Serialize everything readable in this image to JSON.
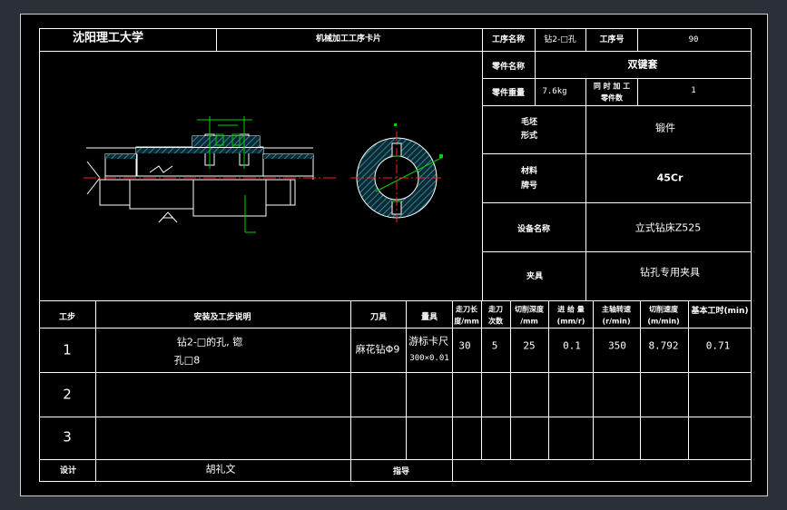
{
  "header": {
    "university": "沈阳理工大学",
    "card_title": "机械加工工序卡片",
    "process_name_label": "工序名称",
    "process_name_value": "钻2-□孔",
    "process_no_label": "工序号",
    "process_no_value": "90"
  },
  "part": {
    "name_label": "零件名称",
    "name_value": "双键套",
    "weight_label": "零件重量",
    "weight_value": "7.6kg",
    "simul_label_1": "同 时 加 工",
    "simul_label_2": "零件数",
    "simul_value": "1"
  },
  "blank": {
    "label_1": "毛坯",
    "label_2": "形式",
    "value": "锻件"
  },
  "material": {
    "label_1": "材料",
    "label_2": "牌号",
    "value": "45Cr"
  },
  "equipment": {
    "label": "设备名称",
    "value": "立式钻床Z525"
  },
  "fixture": {
    "label": "夹具",
    "value": "钻孔专用夹具"
  },
  "table": {
    "headers": {
      "step": "工步",
      "desc": "安装及工步说明",
      "tool": "刀具",
      "gauge": "量具",
      "feed_len_1": "走刀长",
      "feed_len_2": "度/mm",
      "passes_1": "走刀",
      "passes_2": "次数",
      "depth_1": "切削深度",
      "depth_2": "/mm",
      "feed_1": "进 给 量",
      "feed_2": "(mm/r)",
      "speed_1": "主轴转速",
      "speed_2": "(r/min)",
      "vel_1": "切削速度",
      "vel_2": "(m/min)",
      "time": "基本工时(min)"
    },
    "rows": [
      {
        "step": "1",
        "desc_1": "钻2-□的孔, 锪",
        "desc_2": "孔□8",
        "tool": "麻花钻Φ9",
        "gauge_1": "游标卡尺",
        "gauge_2": "300×0.01",
        "feed_len": "30",
        "passes": "5",
        "depth": "25",
        "feed": "0.1",
        "speed": "350",
        "vel": "8.792",
        "time": "0.71"
      },
      {
        "step": "2"
      },
      {
        "step": "3"
      }
    ]
  },
  "footer": {
    "design_label": "设计",
    "design_value": "胡礼文",
    "guide_label": "指导"
  },
  "colors": {
    "line": "#ffffff",
    "cad_green": "#00d000",
    "cad_red": "#ff2020",
    "hatch": "#3a9ab0",
    "background": "#000000"
  }
}
